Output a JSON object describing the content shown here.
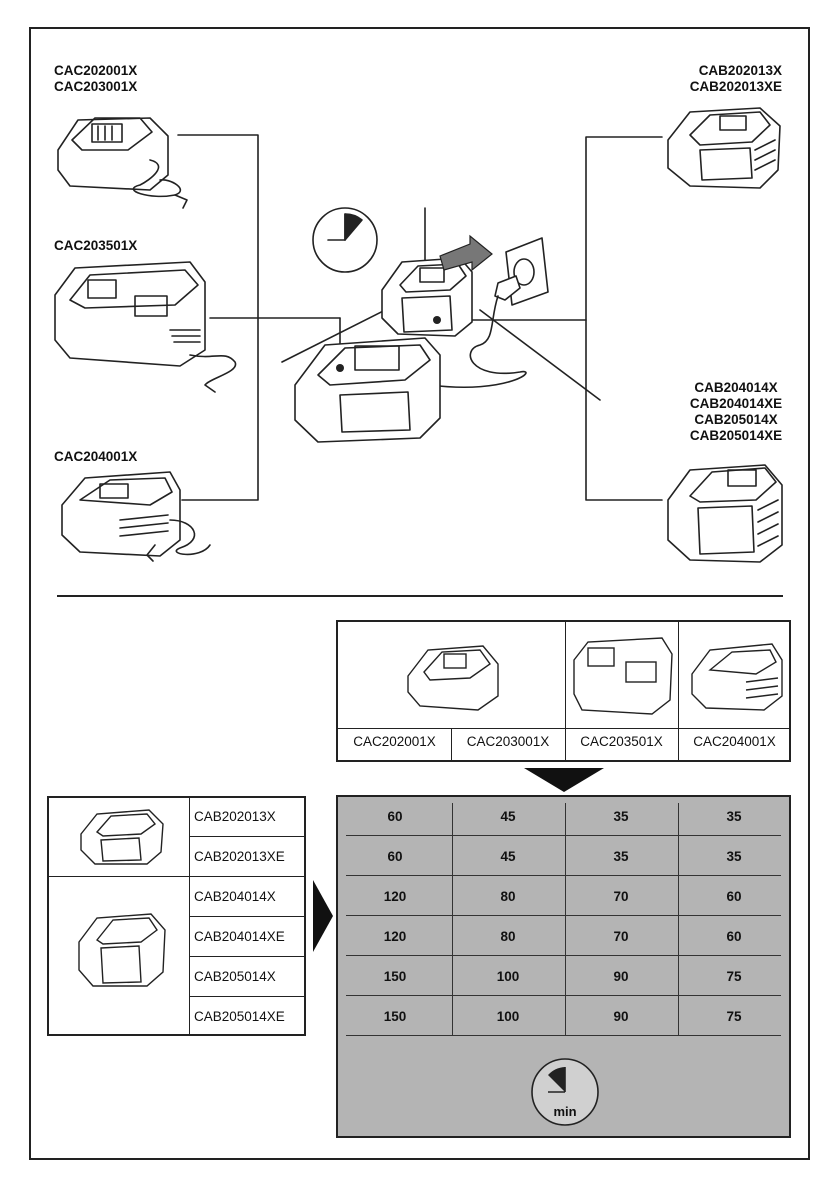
{
  "top": {
    "chargers": [
      {
        "label": "CAC202001X\nCAC203001X"
      },
      {
        "label": "CAC203501X"
      },
      {
        "label": "CAC204001X"
      }
    ],
    "batteries": [
      {
        "label": "CAB202013X\nCAB202013XE"
      },
      {
        "label": "CAB204014X\nCAB204014XE\nCAB205014X\nCAB205014XE"
      }
    ]
  },
  "charger_columns": [
    "CAC202001X",
    "CAC203001X",
    "CAC203501X",
    "CAC204001X"
  ],
  "battery_rows": [
    "CAB202013X",
    "CAB202013XE",
    "CAB204014X",
    "CAB204014XE",
    "CAB205014X",
    "CAB205014XE"
  ],
  "charge_times": [
    [
      "60",
      "45",
      "35",
      "35"
    ],
    [
      "60",
      "45",
      "35",
      "35"
    ],
    [
      "120",
      "80",
      "70",
      "60"
    ],
    [
      "120",
      "80",
      "70",
      "60"
    ],
    [
      "150",
      "100",
      "90",
      "75"
    ],
    [
      "150",
      "100",
      "90",
      "75"
    ]
  ],
  "clock_unit": "min",
  "icons": {
    "clock": "clock-icon",
    "charger": "charger-icon",
    "battery": "battery-icon",
    "plug": "plug-icon"
  }
}
